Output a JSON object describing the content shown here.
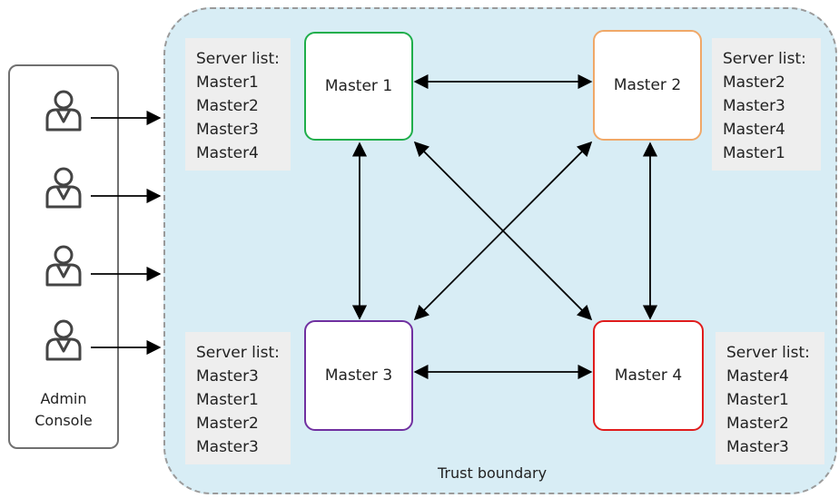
{
  "boundary_label": "Trust boundary",
  "console": {
    "label_line1": "Admin",
    "label_line2": "Console",
    "user_icons": 4
  },
  "masters": [
    {
      "label": "Master 1",
      "border_color": "#1fae4b"
    },
    {
      "label": "Master 2",
      "border_color": "#f0a868"
    },
    {
      "label": "Master 3",
      "border_color": "#7030a0"
    },
    {
      "label": "Master 4",
      "border_color": "#e01c1c"
    }
  ],
  "server_lists": [
    {
      "heading": "Server list:",
      "items": [
        "Master1",
        "Master2",
        "Master3",
        "Master4"
      ]
    },
    {
      "heading": "Server list:",
      "items": [
        "Master2",
        "Master3",
        "Master4",
        "Master1"
      ]
    },
    {
      "heading": "Server list:",
      "items": [
        "Master3",
        "Master1",
        "Master2",
        "Master3"
      ]
    },
    {
      "heading": "Server list:",
      "items": [
        "Master4",
        "Master1",
        "Master2",
        "Master3"
      ]
    }
  ],
  "colors": {
    "boundary_fill": "#d8edf5",
    "boundary_border": "#9a9a9a",
    "list_fill": "#eeeeee"
  }
}
